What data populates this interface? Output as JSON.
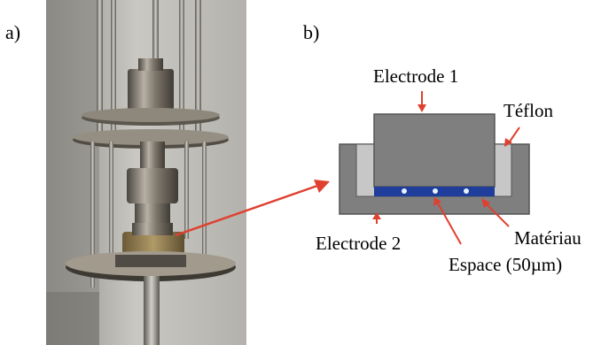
{
  "panels": {
    "a": {
      "label": "a)"
    },
    "b": {
      "label": "b)"
    }
  },
  "diagram": {
    "labels": {
      "electrode1": "Electrode 1",
      "teflon": "Téflon",
      "electrode2": "Electrode 2",
      "material": "Matériau",
      "gap": "Espace (50µm)"
    }
  },
  "colors": {
    "electrode_gray": "#7f7f7f",
    "teflon_gray": "#c7c7c7",
    "material_blue": "#1f3d9a",
    "arrow_red": "#e04030",
    "photo_background": "#b9b9b4"
  }
}
